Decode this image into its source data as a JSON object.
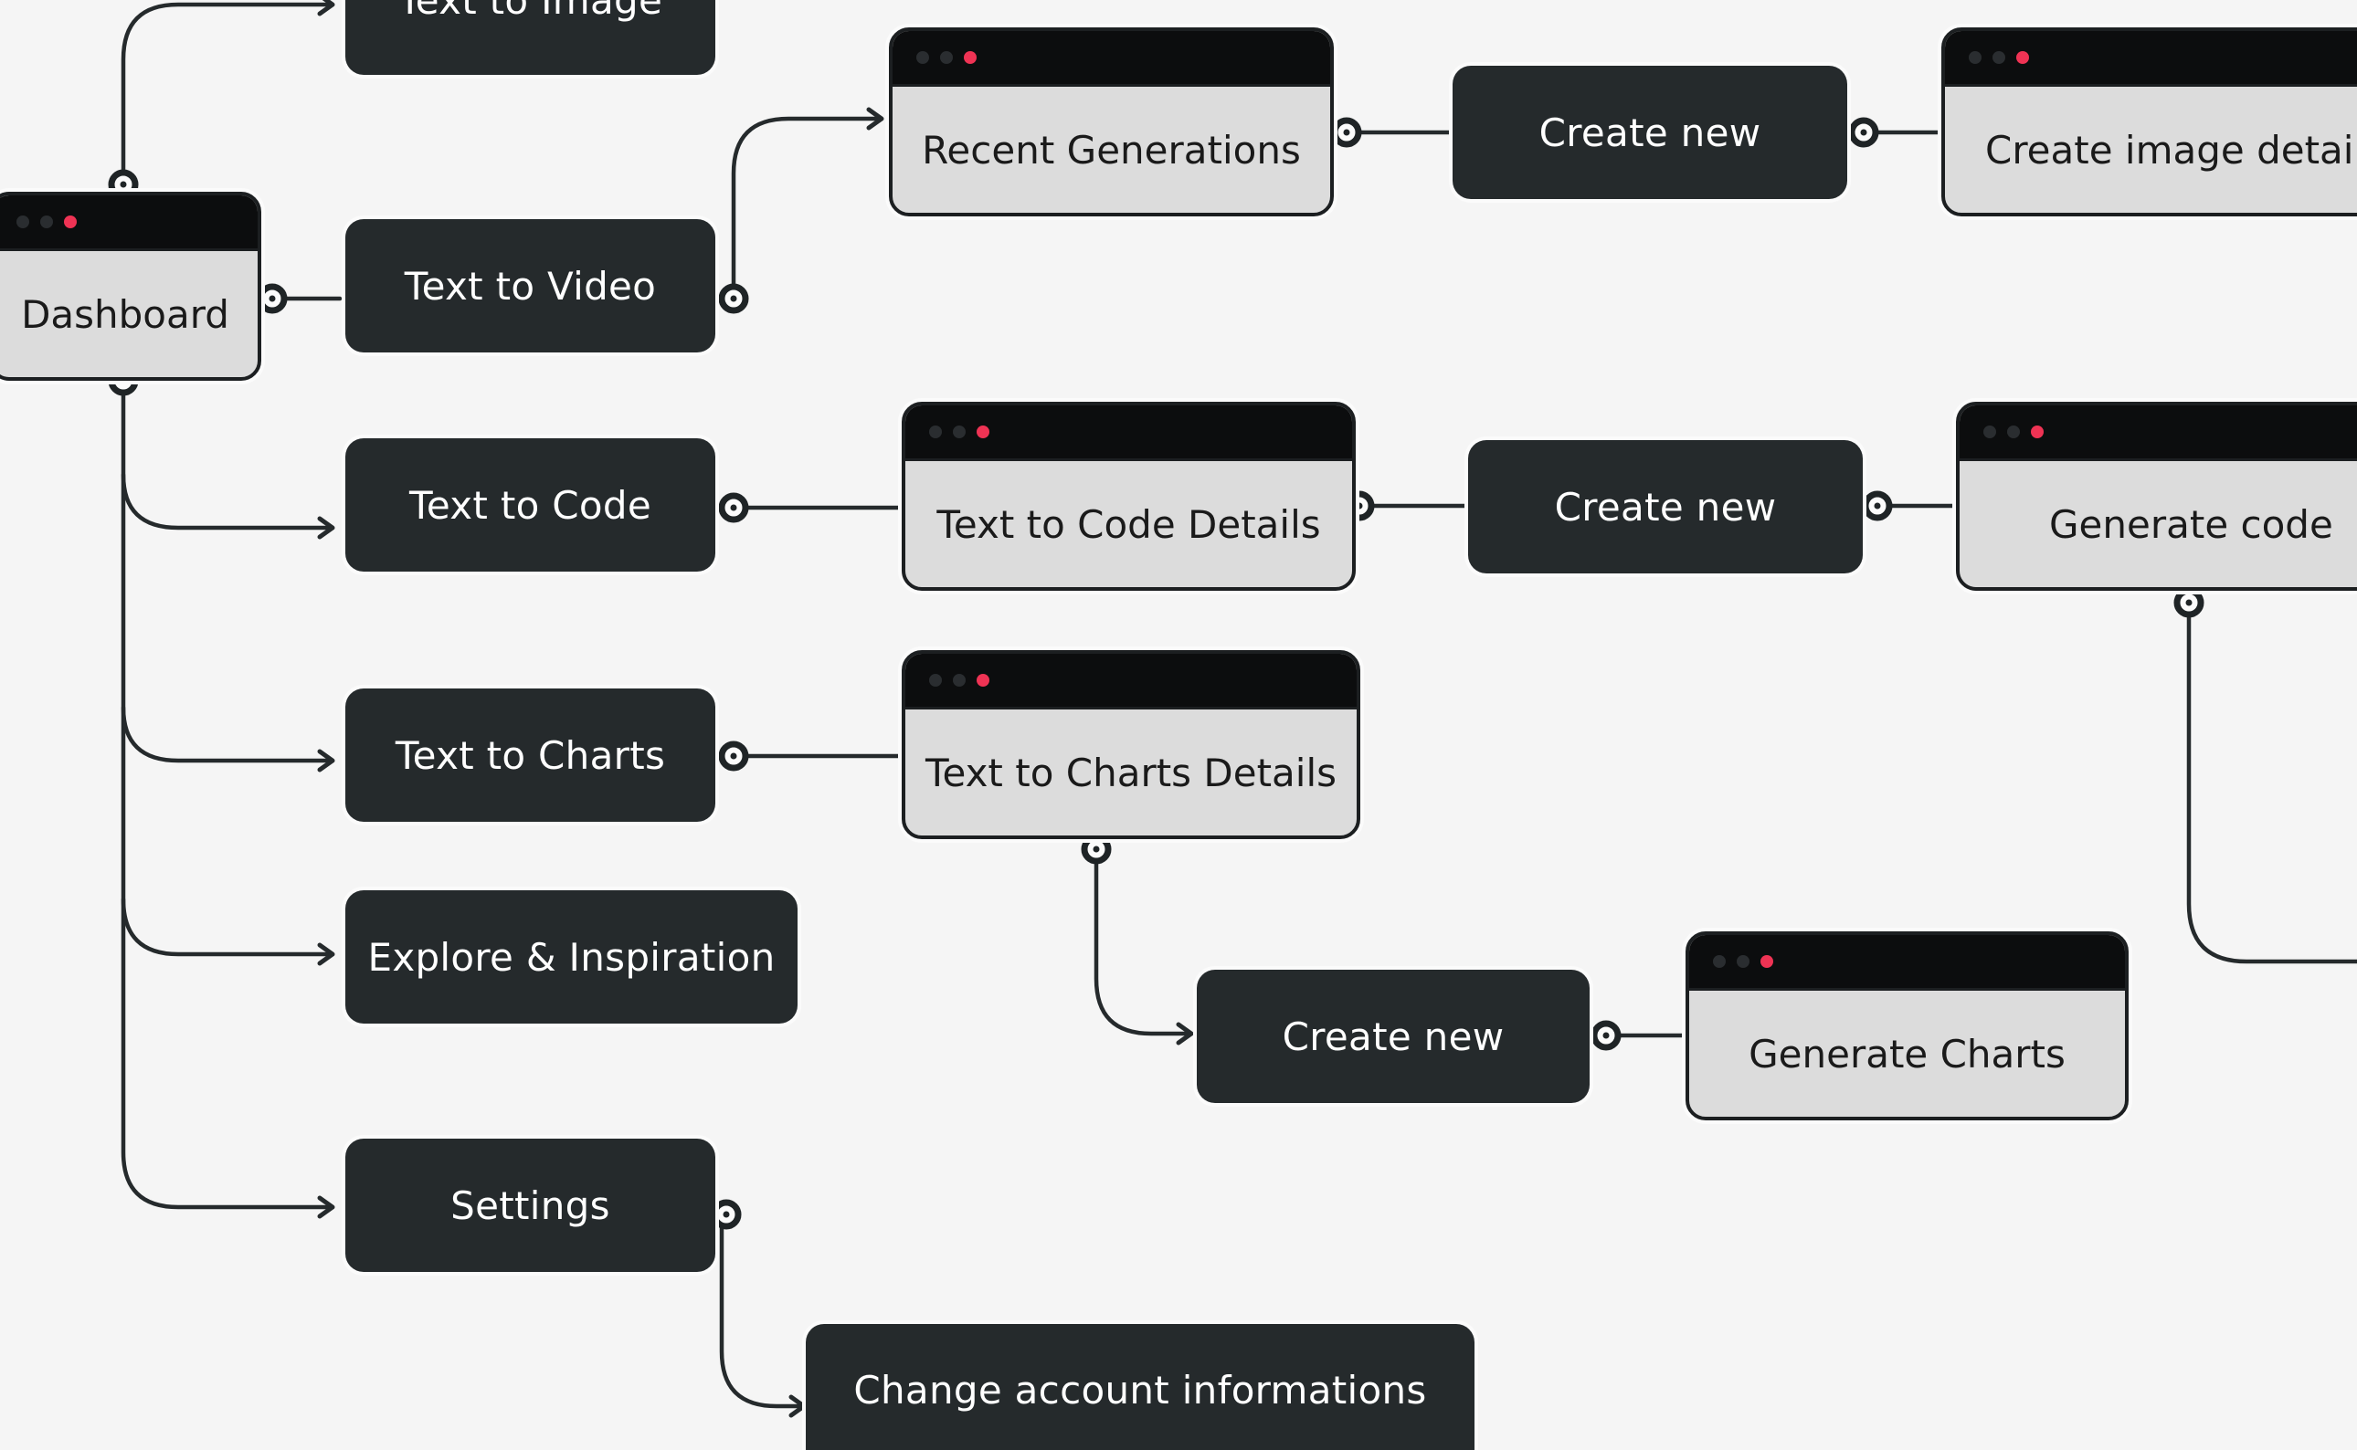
{
  "diagram": {
    "windows": {
      "dashboard": "Dashboard",
      "recent_generations": "Recent Generations",
      "create_image_details": "Create image details",
      "text_to_code_details": "Text to Code Details",
      "generate_code": "Generate code",
      "text_to_charts_details": "Text to Charts Details",
      "generate_charts": "Generate Charts"
    },
    "actions": {
      "text_to_image": "Text to Image",
      "text_to_video": "Text to Video",
      "text_to_code": "Text to Code",
      "text_to_charts": "Text to Charts",
      "explore_inspiration": "Explore & Inspiration",
      "settings": "Settings",
      "change_account": "Change account informations",
      "create_new_images": "Create new",
      "create_new_code": "Create new",
      "create_new_charts": "Create new"
    }
  },
  "colors": {
    "background": "#f5f5f5",
    "node_dark": "#252a2c",
    "window_body": "#dcdcdc",
    "window_bar": "#0c0d0e",
    "accent_dot": "#ef3354"
  }
}
